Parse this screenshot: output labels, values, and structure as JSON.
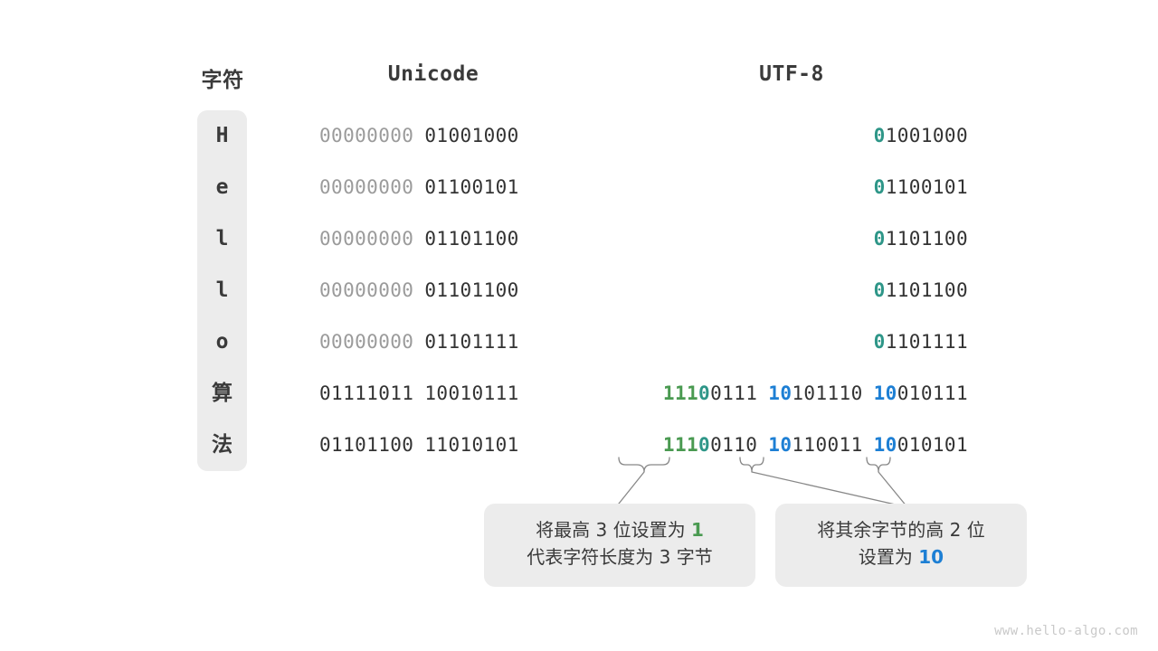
{
  "headers": {
    "char": "字符",
    "unicode": "Unicode",
    "utf8": "UTF-8"
  },
  "rows": [
    {
      "char": "H",
      "unicode": [
        {
          "text": "00000000",
          "style": "dim"
        },
        {
          "text": "01001000",
          "style": "dark"
        }
      ],
      "utf8": [
        [
          {
            "text": "0",
            "style": "teal"
          },
          {
            "text": "1001000",
            "style": "dark"
          }
        ]
      ]
    },
    {
      "char": "e",
      "unicode": [
        {
          "text": "00000000",
          "style": "dim"
        },
        {
          "text": "01100101",
          "style": "dark"
        }
      ],
      "utf8": [
        [
          {
            "text": "0",
            "style": "teal"
          },
          {
            "text": "1100101",
            "style": "dark"
          }
        ]
      ]
    },
    {
      "char": "l",
      "unicode": [
        {
          "text": "00000000",
          "style": "dim"
        },
        {
          "text": "01101100",
          "style": "dark"
        }
      ],
      "utf8": [
        [
          {
            "text": "0",
            "style": "teal"
          },
          {
            "text": "1101100",
            "style": "dark"
          }
        ]
      ]
    },
    {
      "char": "l",
      "unicode": [
        {
          "text": "00000000",
          "style": "dim"
        },
        {
          "text": "01101100",
          "style": "dark"
        }
      ],
      "utf8": [
        [
          {
            "text": "0",
            "style": "teal"
          },
          {
            "text": "1101100",
            "style": "dark"
          }
        ]
      ]
    },
    {
      "char": "o",
      "unicode": [
        {
          "text": "00000000",
          "style": "dim"
        },
        {
          "text": "01101111",
          "style": "dark"
        }
      ],
      "utf8": [
        [
          {
            "text": "0",
            "style": "teal"
          },
          {
            "text": "1101111",
            "style": "dark"
          }
        ]
      ]
    },
    {
      "char": "算",
      "unicode": [
        {
          "text": "01111011",
          "style": "dark"
        },
        {
          "text": "10010111",
          "style": "dark"
        }
      ],
      "utf8": [
        [
          {
            "text": "111",
            "style": "green"
          },
          {
            "text": "0",
            "style": "teal"
          },
          {
            "text": "0111",
            "style": "dark"
          }
        ],
        [
          {
            "text": "10",
            "style": "blue"
          },
          {
            "text": "101110",
            "style": "dark"
          }
        ],
        [
          {
            "text": "10",
            "style": "blue"
          },
          {
            "text": "010111",
            "style": "dark"
          }
        ]
      ]
    },
    {
      "char": "法",
      "unicode": [
        {
          "text": "01101100",
          "style": "dark"
        },
        {
          "text": "11010101",
          "style": "dark"
        }
      ],
      "utf8": [
        [
          {
            "text": "111",
            "style": "green"
          },
          {
            "text": "0",
            "style": "teal"
          },
          {
            "text": "0110",
            "style": "dark"
          }
        ],
        [
          {
            "text": "10",
            "style": "blue"
          },
          {
            "text": "110011",
            "style": "dark"
          }
        ],
        [
          {
            "text": "10",
            "style": "blue"
          },
          {
            "text": "010101",
            "style": "dark"
          }
        ]
      ]
    }
  ],
  "callouts": {
    "left": {
      "line1_before": "将最高 3 位设置为 ",
      "line1_highlight": "1",
      "line2": "代表字符长度为 3 字节"
    },
    "right": {
      "line1": "将其余字节的高 2 位",
      "line2_before": "设置为 ",
      "line2_highlight": "10"
    }
  },
  "watermark": "www.hello-algo.com",
  "colors": {
    "green": "#4a9a51",
    "teal": "#2e9688",
    "blue": "#1d7fd4",
    "dim": "#9b9b9b",
    "dark": "#333333",
    "panel": "#ececec"
  }
}
